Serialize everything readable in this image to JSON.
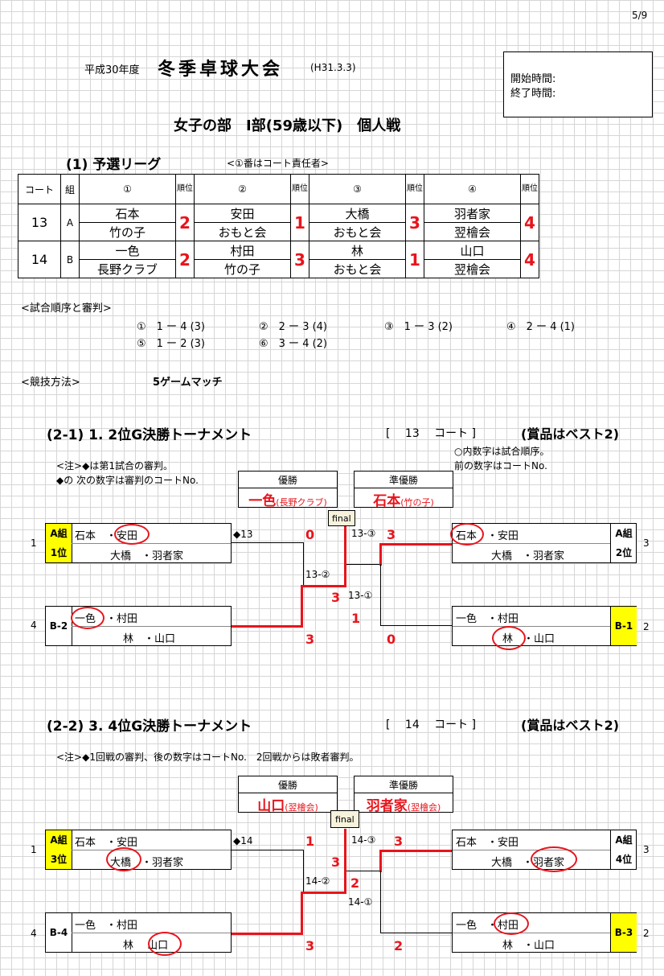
{
  "page_number": "5/9",
  "header": {
    "year": "平成30年度",
    "title": "冬季卓球大会",
    "date": "(H31.3.3)",
    "start_time_label": "開始時間:",
    "end_time_label": "終了時間:"
  },
  "division_title": "女子の部　Ⅰ部(59歳以下)　個人戦",
  "league": {
    "title": "(1) 予選リーグ",
    "note": "<①番はコート責任者>",
    "headers": {
      "court": "コート",
      "group": "組",
      "p1": "①",
      "p2": "②",
      "p3": "③",
      "p4": "④",
      "rank": "順位"
    },
    "rows": [
      {
        "court": "13",
        "group": "A",
        "players": [
          {
            "name": "石本",
            "club": "竹の子",
            "rank": "2"
          },
          {
            "name": "安田",
            "club": "おもと会",
            "rank": "1"
          },
          {
            "name": "大橋",
            "club": "おもと会",
            "rank": "3"
          },
          {
            "name": "羽者家",
            "club": "翌檜会",
            "rank": "4"
          }
        ]
      },
      {
        "court": "14",
        "group": "B",
        "players": [
          {
            "name": "一色",
            "club": "長野クラブ",
            "rank": "2"
          },
          {
            "name": "村田",
            "club": "竹の子",
            "rank": "3"
          },
          {
            "name": "林",
            "club": "おもと会",
            "rank": "1"
          },
          {
            "name": "山口",
            "club": "翌檜会",
            "rank": "4"
          }
        ]
      }
    ]
  },
  "match_order": {
    "title": "<試合順序と審判>",
    "items": [
      "①　1 ー 4 (3)",
      "②　2 ー 3 (4)",
      "③　1 ー 3 (2)",
      "④　2 ー 4 (1)",
      "⑤　1 ー 2 (3)",
      "⑥　3 ー 4 (2)"
    ]
  },
  "method": {
    "label": "<競技方法>",
    "value": "5ゲームマッチ"
  },
  "t1": {
    "title": "(2-1) 1. 2位G決勝トーナメント",
    "court": "[　 13　 コート ]",
    "prize": "(賞品はベスト2)",
    "note_right1": "○内数字は試合順序。",
    "note_right2": "前の数字はコートNo.",
    "note1": "<注>◆は第1試合の審判。",
    "note2": "◆の 次の数字は審判のコートNo.",
    "winner_label": "優勝",
    "winner_name": "一色",
    "winner_club": "(長野クラブ)",
    "runner_label": "準優勝",
    "runner_name": "石本",
    "runner_club": "(竹の子)",
    "final": "final",
    "left_top": {
      "num": "1",
      "seed1": "A組",
      "seed2": "1位",
      "line1": "石本　・安田",
      "line2": "大橋　・羽者家"
    },
    "left_bot": {
      "num": "4",
      "seed": "B-2",
      "line1": "一色　・村田",
      "line2": "林　・山口"
    },
    "right_top": {
      "num": "3",
      "seed1": "A組",
      "seed2": "2位",
      "line1": "石本　・安田",
      "line2": "大橋　・羽者家"
    },
    "right_bot": {
      "num": "2",
      "seed": "B-1",
      "line1": "一色　・村田",
      "line2": "林　・山口"
    },
    "umpire": "◆13",
    "m2": "13-②",
    "m1": "13-①",
    "m3": "13-③",
    "s_lt": "0",
    "s_lb": "3",
    "s_sf_l_top": "3",
    "s_fin_l": "1",
    "s_rt": "3",
    "s_rb": "0"
  },
  "t2": {
    "title": "(2-2) 3. 4位G決勝トーナメント",
    "court": "[　 14　 コート ]",
    "prize": "(賞品はベスト2)",
    "note1": "<注>◆1回戦の審判、後の数字はコートNo.　2回戦からは敗者審判。",
    "winner_label": "優勝",
    "winner_name": "山口",
    "winner_club": "(翌檜会)",
    "runner_label": "準優勝",
    "runner_name": "羽者家",
    "runner_club": "(翌檜会)",
    "final": "final",
    "left_top": {
      "num": "1",
      "seed1": "A組",
      "seed2": "3位",
      "line1": "石本　・安田",
      "line2": "大橋　・羽者家"
    },
    "left_bot": {
      "num": "4",
      "seed": "B-4",
      "line1": "一色　・村田",
      "line2": "林　 山口"
    },
    "right_top": {
      "num": "3",
      "seed1": "A組",
      "seed2": "4位",
      "line1": "石本　・安田",
      "line2": "大橋　・羽者家"
    },
    "right_bot": {
      "num": "2",
      "seed": "B-3",
      "line1": "一色　・村田",
      "line2": "林　・山口"
    },
    "umpire": "◆14",
    "m2": "14-②",
    "m1": "14-①",
    "m3": "14-③",
    "s_lt": "1",
    "s_sf": "3",
    "s_fin": "2",
    "s_lb": "3",
    "s_rt": "3",
    "s_rb": "2"
  }
}
